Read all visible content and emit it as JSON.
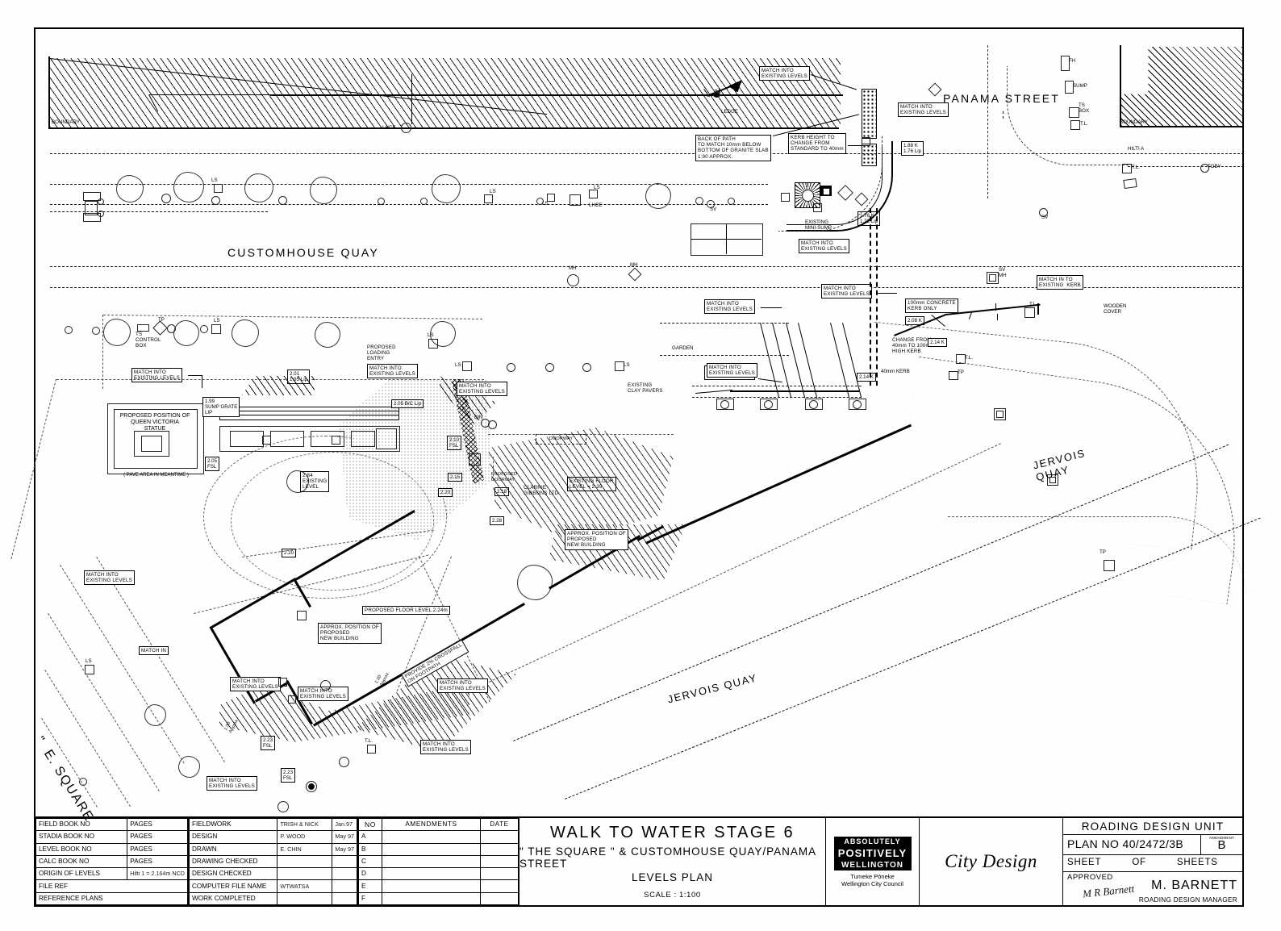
{
  "sheet": {
    "title_main": "WALK TO WATER STAGE 6",
    "title_sub1": "\" THE SQUARE \" & CUSTOMHOUSE QUAY/PANAMA STREET",
    "title_sub2": "LEVELS PLAN",
    "scale": "SCALE :  1:100"
  },
  "logo": {
    "line1": "ABSOLUTELY",
    "line2": "POSITIVELY",
    "line3": "WELLINGTON",
    "sub1": "Tumeke Pōneke",
    "sub2": "Wellington City Council",
    "city_design": "City Design"
  },
  "roading": {
    "unit": "ROADING DESIGN UNIT",
    "plan_no": "PLAN NO 40/2472/3B",
    "amendment_label": "AMENDMENT",
    "amendment_value": "B",
    "sheet_label": "SHEET",
    "of_label": "OF",
    "sheets_label": "SHEETS",
    "approved_label": "APPROVED",
    "approver": "M. BARNETT",
    "approver_role": "ROADING DESIGN MANAGER",
    "signature": "M R Barnett"
  },
  "books": [
    {
      "label": "FIELD BOOK NO",
      "pages": "PAGES",
      "note": ""
    },
    {
      "label": "STADIA BOOK NO",
      "pages": "PAGES",
      "note": ""
    },
    {
      "label": "LEVEL BOOK NO",
      "pages": "PAGES",
      "note": ""
    },
    {
      "label": "CALC BOOK NO",
      "pages": "PAGES",
      "note": ""
    },
    {
      "label": "ORIGIN OF LEVELS",
      "pages": "",
      "note": "Hilti 1 = 2.164m NCD"
    },
    {
      "label": "FILE REF",
      "pages": "",
      "note": ""
    },
    {
      "label": "REFERENCE PLANS",
      "pages": "",
      "note": ""
    }
  ],
  "work": [
    {
      "label": "FIELDWORK",
      "who": "TRISH & NICK",
      "date": "Jan.97"
    },
    {
      "label": "DESIGN",
      "who": "P. WOOD",
      "date": "May 97"
    },
    {
      "label": "DRAWN",
      "who": "E. CHIN",
      "date": "May 97"
    },
    {
      "label": "DRAWING CHECKED",
      "who": "",
      "date": ""
    },
    {
      "label": "DESIGN CHECKED",
      "who": "",
      "date": ""
    },
    {
      "label": "COMPUTER FILE NAME",
      "who": "WTWATSA",
      "date": ""
    },
    {
      "label": "WORK COMPLETED",
      "who": "",
      "date": ""
    }
  ],
  "amendments": {
    "no_header": "NO",
    "title_header": "AMENDMENTS",
    "date_header": "DATE",
    "rows": [
      {
        "no": "A",
        "text": "",
        "date": ""
      },
      {
        "no": "B",
        "text": "",
        "date": ""
      },
      {
        "no": "C",
        "text": "",
        "date": ""
      },
      {
        "no": "D",
        "text": "",
        "date": ""
      },
      {
        "no": "E",
        "text": "",
        "date": ""
      },
      {
        "no": "F",
        "text": "",
        "date": ""
      }
    ]
  },
  "roads": {
    "customhouse_quay": "CUSTOMHOUSE QUAY",
    "panama_street": "PANAMA STREET",
    "jervois_quay_1": "JERVOIS\nQUAY",
    "jervois_quay_2": "JERVOIS QUAY",
    "the_square": "\"  E. SQUARE"
  },
  "callouts": {
    "match_levels": "MATCH INTO\nEXISTING LEVELS",
    "match_in": "MATCH IN",
    "match_in_kerb": "MATCH IN TO\nEXISTING  KERB",
    "back_of_path": "BACK OF PATH\nTO MATCH 10mm BELOW\nBOTTOM OF GRANITE SLAB\n1:90 APPROX.",
    "kerb_height": "KERB HEIGHT TO\nCHANGE FROM\nSTANDARD TO 40mm",
    "concrete_kerb": "100mm CONCRETE\nKERB ONLY",
    "change_kerb": "CHANGE FROM\n40mm TO 100mm\nHIGH KERB",
    "kerb_40": "40mm KERB",
    "existing_mini_sump": "EXISTING\nMINI-SUMP",
    "existing_clay_pavers": "EXISTING\nCLAY PAVERS",
    "existing_floor_level": "EXISTING FLOOR\nLEVEL = 2.39",
    "proposed_floor_level": "PROPOSED FLOOR LEVEL 2.24m",
    "approx_new_building": "APPROX. POSITION OF\nPROPOSED\nNEW BUILDING",
    "queen_victoria": "PROPOSED POSITION OF\nQUEEN VICTORIA\nSTATUE",
    "pave_meantime": "( PAVE AREA IN MEANTIME )",
    "proposed_loading_entry": "PROPOSED\nLOADING\nENTRY",
    "sump_grate_lip": "1.99\nSUMP GRATE\nLIP",
    "existing_level_284": "2.84\nEXISTING\nLEVEL",
    "clarrie_gibbons": "CLARRIE\nGIBBONS LTD",
    "proposed_doorway": "PROPOSED\nDOORWAY",
    "doorway": "DOORWAY",
    "garden": "GARDEN",
    "crossfall": "PROVIDE 2% CROSSFALL\nON FOOTPATH",
    "boundary": "BOUNDARY",
    "ledge": "LEDGE",
    "control_box": "TS\nCONTROL\nBOX",
    "hilti": "HILTI A",
    "wooden_cover": "WOODEN\nCOVER",
    "ts_box": "TS\nBOX",
    "sump": "SUMP",
    "grade_1in30": "1:30\nApprox.",
    "north": "N"
  },
  "levels": [
    {
      "id": "l_188",
      "text": "1.88 K\n1.76 Lip"
    },
    {
      "id": "l_176",
      "text": "1.76 K\n1.72 Lip"
    },
    {
      "id": "l_208",
      "text": "2.08 K"
    },
    {
      "id": "l_214a",
      "text": "2.14 K"
    },
    {
      "id": "l_214b",
      "text": "2.14 K"
    },
    {
      "id": "l_201",
      "text": "2.01\n1.95 Lip"
    },
    {
      "id": "l_205",
      "text": "2.05 B/C Lip"
    },
    {
      "id": "l_210",
      "text": "2.10\nFSL"
    },
    {
      "id": "l_205b",
      "text": "2.05\nFSL"
    },
    {
      "id": "l_215",
      "text": "2.15"
    },
    {
      "id": "l_220",
      "text": "2.20"
    },
    {
      "id": "l_218",
      "text": "2.18"
    },
    {
      "id": "l_228",
      "text": "2.28"
    },
    {
      "id": "l_220b",
      "text": "2.20"
    },
    {
      "id": "l_223a",
      "text": "2.23\nFSL"
    },
    {
      "id": "l_223b",
      "text": "2.23\nFSL"
    }
  ],
  "markers": {
    "ls": "LS",
    "tl": "T.L.",
    "tp": "TP",
    "sv": "SV",
    "mh": "MH",
    "toby": "TOBY",
    "lhce": "LHCE",
    "sv_mh": "SV\nMH",
    "fh": "FH",
    "bin": "BIN"
  }
}
